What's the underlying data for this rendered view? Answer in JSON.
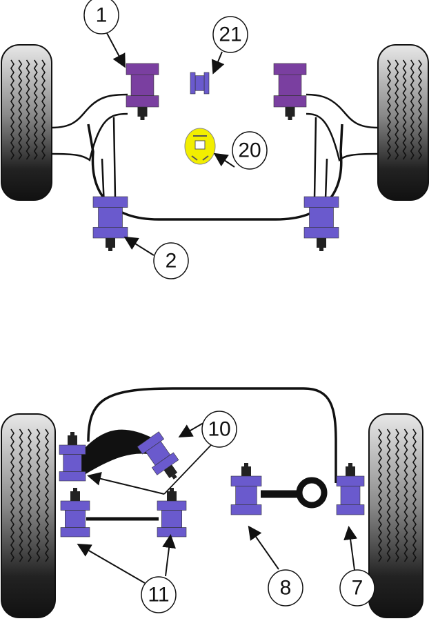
{
  "title": "Suspension bushing location diagram",
  "colors": {
    "bush_dark": "#7a3fa0",
    "bush_blue": "#6a5acd",
    "bush_yellow": "#f2ee00",
    "tyre": "#1a1a1a"
  },
  "callouts": {
    "c1": "1",
    "c21": "21",
    "c20": "20",
    "c2": "2",
    "c10": "10",
    "c11": "11",
    "c8": "8",
    "c7": "7"
  }
}
